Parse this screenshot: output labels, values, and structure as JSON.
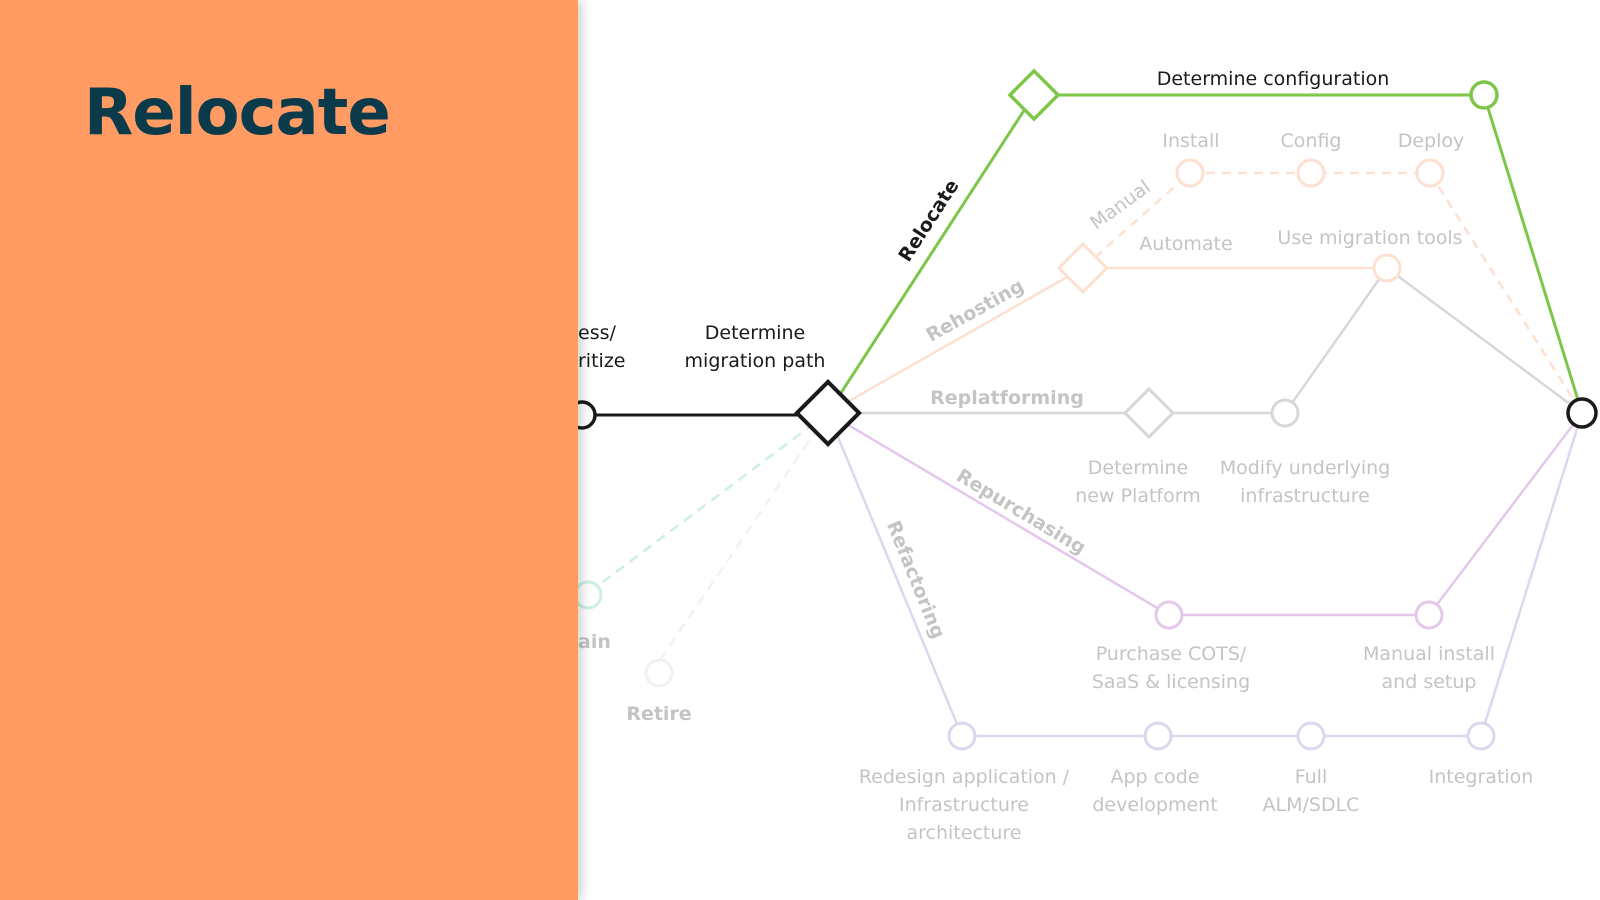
{
  "title": "Relocate",
  "colors": {
    "panel": "#ff9b63",
    "title": "#0b3a4a",
    "active": "#7dc64a",
    "main": "#1a1a1a",
    "faint_text": "#c4c4c4",
    "rehost": "#fde0d0",
    "replatform": "#d7d7d7",
    "repurchase": "#e4c8ec",
    "refactor": "#ddd7ee",
    "retain": "#cdeee6",
    "retire": "#eef3f1"
  },
  "labels": {
    "assess_1": "ess/",
    "assess_2": "ritize",
    "path_1": "Determine",
    "path_2": "migration path",
    "config": "Determine configuration",
    "install": "Install",
    "config_step": "Config",
    "deploy": "Deploy",
    "manual": "Manual",
    "automate": "Automate",
    "migration_tools": "Use migration tools",
    "relocate": "Relocate",
    "rehosting": "Rehosting",
    "replatforming": "Replatforming",
    "new_platform_1": "Determine",
    "new_platform_2": "new Platform",
    "modify_1": "Modify underlying",
    "modify_2": "infrastructure",
    "repurchasing": "Repurchasing",
    "refactoring": "Refactoring",
    "cots_1": "Purchase COTS/",
    "cots_2": "SaaS & licensing",
    "manual_install_1": "Manual install",
    "manual_install_2": "and setup",
    "redesign_1": "Redesign application /",
    "redesign_2": "Infrastructure",
    "redesign_3": "architecture",
    "app_code_1": "App code",
    "app_code_2": "development",
    "alm_1": "Full",
    "alm_2": "ALM/SDLC",
    "integration": "Integration",
    "retain": "ain",
    "retire": "Retire"
  }
}
